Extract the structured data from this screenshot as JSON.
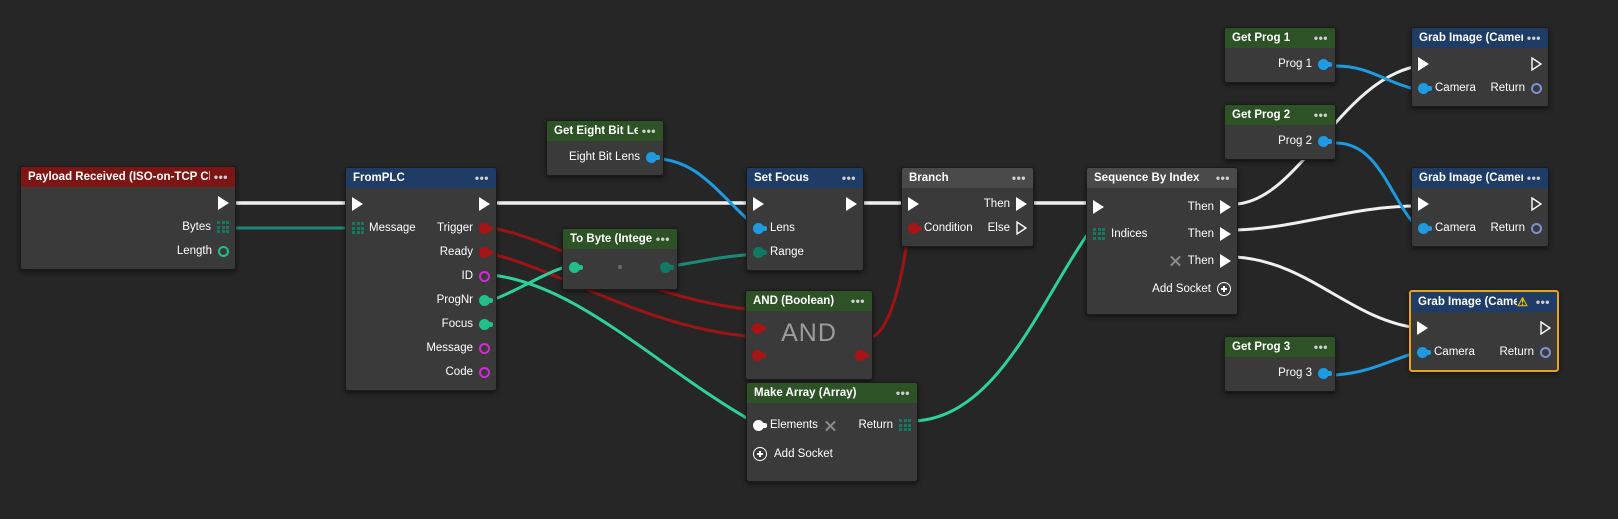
{
  "app": {
    "name": "node-graph-editor",
    "canvas_background": "#262626"
  },
  "palette": {
    "header_blue": "#1f3c66",
    "header_red": "#7d1515",
    "header_green": "#2d5226",
    "header_gray": "#4a4a4a",
    "node_body": "#3a3a3a",
    "selected_border": "#e8a317",
    "wire_white": "#f0f0f0",
    "wire_green": "#2fd19b",
    "wire_red": "#9e1313",
    "wire_blue": "#1e9ae0",
    "wire_teal": "#1d8a78",
    "warning_yellow": "#f2c400"
  },
  "menu_glyph": "•••",
  "warning_glyph": "⚠",
  "nodes": [
    {
      "id": "payload-received",
      "title": "Payload Received (ISO-on-TCP Client)",
      "header_color": "red",
      "rows": [
        {
          "label": "",
          "right_icon": "exec-out-triangle"
        },
        {
          "label": "Bytes",
          "right_icon": "grid-port"
        },
        {
          "label": "Length",
          "right_icon": "ring-green-port"
        }
      ]
    },
    {
      "id": "fromplc",
      "title": "FromPLC",
      "header_color": "blue",
      "rows": [
        {
          "left_icon": "exec-in-triangle",
          "label": "",
          "right_icon": "exec-out-triangle"
        },
        {
          "left_icon": "grid-port",
          "label": "Message",
          "right_label": "Trigger",
          "right_icon": "red-port"
        },
        {
          "right_label": "Ready",
          "right_icon": "red-port"
        },
        {
          "right_label": "ID",
          "right_icon": "ring-magenta-port"
        },
        {
          "right_label": "ProgNr",
          "right_icon": "green-port"
        },
        {
          "right_label": "Focus",
          "right_icon": "green-port"
        },
        {
          "right_label": "Message",
          "right_icon": "ring-magenta-port"
        },
        {
          "right_label": "Code",
          "right_icon": "ring-magenta-port"
        }
      ]
    },
    {
      "id": "get-eight-bit-lens",
      "title": "Get Eight Bit Lens",
      "header_color": "green",
      "rows": [
        {
          "right_label": "Eight Bit Lens",
          "right_icon": "blue-port"
        }
      ]
    },
    {
      "id": "to-byte-integer",
      "title": "To Byte (Integer)",
      "header_color": "green",
      "rows": [
        {
          "left_icon": "green-port",
          "label": "",
          "center_icon": "dot",
          "right_icon": "dark-green-port"
        }
      ]
    },
    {
      "id": "set-focus",
      "title": "Set Focus",
      "header_color": "blue",
      "rows": [
        {
          "left_icon": "exec-in-triangle",
          "label": "",
          "right_icon": "exec-out-triangle"
        },
        {
          "left_icon": "blue-port",
          "label": "Lens"
        },
        {
          "left_icon": "dark-green-port",
          "label": "Range"
        }
      ]
    },
    {
      "id": "and-boolean",
      "title": "AND (Boolean)",
      "header_color": "green",
      "display_text": "AND",
      "rows": [
        {
          "left_icon": "red-port"
        },
        {
          "left_icon": "red-port",
          "right_icon": "red-port"
        }
      ]
    },
    {
      "id": "branch",
      "title": "Branch",
      "header_color": "gray",
      "rows": [
        {
          "left_icon": "exec-in-triangle",
          "right_label": "Then",
          "right_icon": "exec-out-triangle"
        },
        {
          "left_icon": "red-port",
          "label": "Condition",
          "right_label": "Else",
          "right_icon": "exec-out-outline"
        }
      ]
    },
    {
      "id": "make-array",
      "title": "Make Array (Array)",
      "header_color": "green",
      "rows": [
        {
          "left_icon": "white-port",
          "label": "Elements",
          "mid_icon": "x-icon",
          "right_label": "Return",
          "right_icon": "grid-port"
        },
        {
          "left_icon": "plus-icon",
          "label": "Add Socket"
        }
      ]
    },
    {
      "id": "sequence-by-index",
      "title": "Sequence By Index",
      "header_color": "gray",
      "rows": [
        {
          "left_icon": "exec-in-triangle",
          "right_label": "Then",
          "right_icon": "exec-out-triangle"
        },
        {
          "left_icon": "grid-port",
          "label": "Indices",
          "right_label": "Then",
          "right_icon": "exec-out-triangle"
        },
        {
          "mid_icon": "x-icon",
          "right_label": "Then",
          "right_icon": "exec-out-triangle"
        },
        {
          "right_label": "Add Socket",
          "right_icon": "plus-icon"
        }
      ]
    },
    {
      "id": "get-prog-1",
      "title": "Get Prog 1",
      "header_color": "green",
      "rows": [
        {
          "right_label": "Prog 1",
          "right_icon": "blue-port"
        }
      ]
    },
    {
      "id": "get-prog-2",
      "title": "Get Prog 2",
      "header_color": "green",
      "rows": [
        {
          "right_label": "Prog 2",
          "right_icon": "blue-port"
        }
      ]
    },
    {
      "id": "get-prog-3",
      "title": "Get Prog 3",
      "header_color": "green",
      "rows": [
        {
          "right_label": "Prog 3",
          "right_icon": "blue-port"
        }
      ]
    },
    {
      "id": "grab-image-1",
      "title": "Grab Image (Camera)",
      "header_color": "blue",
      "rows": [
        {
          "left_icon": "exec-in-triangle",
          "right_icon": "exec-out-outline"
        },
        {
          "left_icon": "blue-port",
          "label": "Camera",
          "right_label": "Return",
          "right_icon": "ring-blue-port"
        }
      ]
    },
    {
      "id": "grab-image-2",
      "title": "Grab Image (Camera)",
      "header_color": "blue",
      "rows": [
        {
          "left_icon": "exec-in-triangle",
          "right_icon": "exec-out-outline"
        },
        {
          "left_icon": "blue-port",
          "label": "Camera",
          "right_label": "Return",
          "right_icon": "ring-blue-port"
        }
      ]
    },
    {
      "id": "grab-image-3",
      "title": "Grab Image (Camera)",
      "header_color": "blue",
      "selected": true,
      "has_warning": true,
      "rows": [
        {
          "left_icon": "exec-in-triangle",
          "right_icon": "exec-out-outline"
        },
        {
          "left_icon": "blue-port",
          "label": "Camera",
          "right_label": "Return",
          "right_icon": "ring-blue-port"
        }
      ]
    }
  ],
  "labels": {
    "payload_title": "Payload Received (ISO-on-TCP Client)",
    "payload_bytes": "Bytes",
    "payload_length": "Length",
    "fromplc_title": "FromPLC",
    "fromplc_message_in": "Message",
    "fromplc_trigger": "Trigger",
    "fromplc_ready": "Ready",
    "fromplc_id": "ID",
    "fromplc_prognr": "ProgNr",
    "fromplc_focus": "Focus",
    "fromplc_message_out": "Message",
    "fromplc_code": "Code",
    "lens_title": "Get Eight Bit Lens",
    "lens_out": "Eight Bit Lens",
    "tobyte_title": "To Byte (Integer)",
    "setfocus_title": "Set Focus",
    "setfocus_lens": "Lens",
    "setfocus_range": "Range",
    "and_title": "AND (Boolean)",
    "and_text": "AND",
    "branch_title": "Branch",
    "branch_then": "Then",
    "branch_condition": "Condition",
    "branch_else": "Else",
    "makearray_title": "Make Array (Array)",
    "makearray_elements": "Elements",
    "makearray_return": "Return",
    "makearray_addsocket": "Add Socket",
    "seq_title": "Sequence By Index",
    "seq_then1": "Then",
    "seq_indices": "Indices",
    "seq_then2": "Then",
    "seq_then3": "Then",
    "seq_addsocket": "Add Socket",
    "prog1_title": "Get Prog 1",
    "prog1_out": "Prog 1",
    "prog2_title": "Get Prog 2",
    "prog2_out": "Prog 2",
    "prog3_title": "Get Prog 3",
    "prog3_out": "Prog 3",
    "grab1_title": "Grab Image (Camera)",
    "grab1_camera": "Camera",
    "grab1_return": "Return",
    "grab2_title": "Grab Image (Camera)",
    "grab2_camera": "Camera",
    "grab2_return": "Return",
    "grab3_title": "Grab Image (Camera)",
    "grab3_camera": "Camera",
    "grab3_return": "Return"
  }
}
